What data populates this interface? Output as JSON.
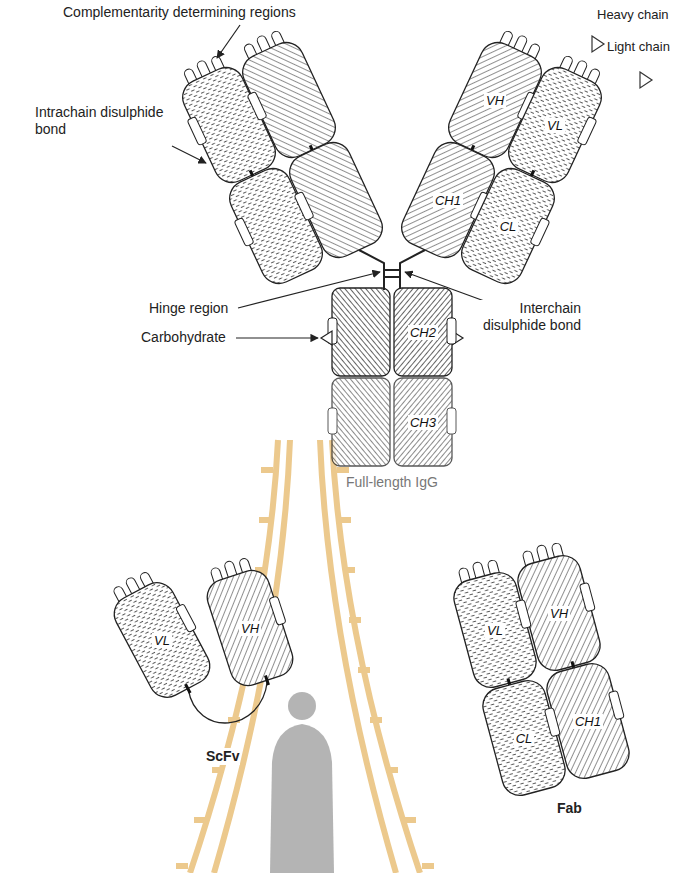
{
  "diagram": {
    "nodes": [
      {
        "text": [
          "VH"
        ]
      },
      {
        "text": [
          "VL"
        ]
      },
      {
        "text": [
          "CH1"
        ]
      },
      {
        "text": [
          "CL"
        ]
      },
      {
        "text": [
          "CH2"
        ]
      },
      {
        "text": [
          "CH3"
        ]
      },
      {
        "text": [
          "VL"
        ]
      },
      {
        "text": [
          "VH"
        ]
      },
      {
        "text": [
          "VH"
        ]
      },
      {
        "text": [
          "VL"
        ]
      },
      {
        "text": [
          "CH1"
        ]
      },
      {
        "text": [
          "CL"
        ]
      }
    ],
    "edges": [
      {
        "from": 6,
        "to": 7,
        "arrow": "none"
      }
    ],
    "labels": [
      "Complementarity determining regions",
      "Heavy chain",
      "Light chain",
      "Intrachain disulphide bond",
      "Hinge region",
      "Interchain disulphide bond",
      "Carbohydrate",
      "Full-length IgG",
      "ScFv",
      "Fab"
    ]
  }
}
